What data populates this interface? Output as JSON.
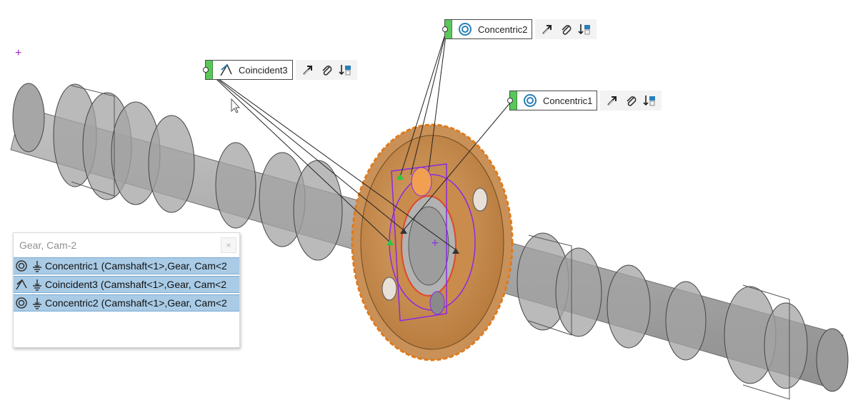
{
  "callouts": [
    {
      "id": "concentric2",
      "label": "Concentric2",
      "icon": "concentric-icon"
    },
    {
      "id": "coincident3",
      "label": "Coincident3",
      "icon": "coincident-icon"
    },
    {
      "id": "concentric1",
      "label": "Concentric1",
      "icon": "concentric-icon"
    }
  ],
  "callout_tools": [
    "flip-arrow-icon",
    "paperclip-icon",
    "lock-rotation-icon"
  ],
  "panel": {
    "title": "Gear, Cam-2",
    "close_label": "×",
    "rows": [
      {
        "label": "Concentric1 (Camshaft<1>,Gear, Cam<2",
        "icon": "concentric-icon"
      },
      {
        "label": "Coincident3 (Camshaft<1>,Gear, Cam<2",
        "icon": "coincident-icon"
      },
      {
        "label": "Concentric2 (Camshaft<1>,Gear, Cam<2",
        "icon": "concentric-icon"
      }
    ]
  },
  "colors": {
    "shaft": "#9b9b9b",
    "shaft_dark": "#6e6e6e",
    "gear": "#c98c4d",
    "gear_edge": "#e07a1a",
    "highlight": "#8a2be2",
    "mate_green": "#59c75a",
    "row_selected": "#a9cbe6"
  }
}
